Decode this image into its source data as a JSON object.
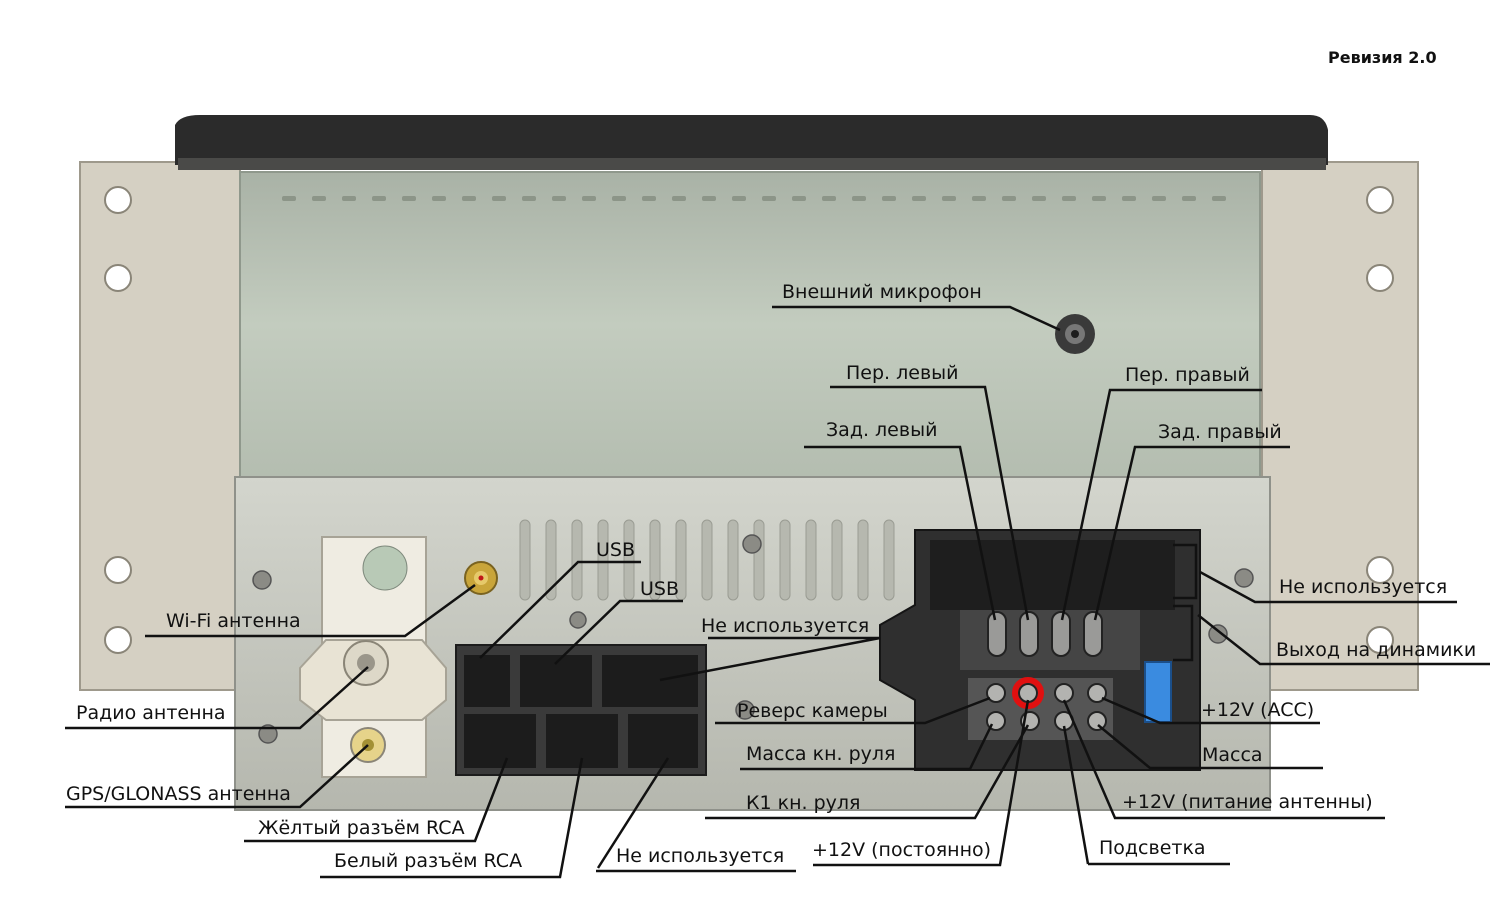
{
  "revision": "Ревизия 2.0",
  "labels": {
    "ext_mic": "Внешний микрофон",
    "front_left": "Пер. левый",
    "front_right": "Пер. правый",
    "rear_left": "Зад. левый",
    "rear_right": "Зад. правый",
    "usb1": "USB",
    "usb2": "USB",
    "wifi": "Wi-Fi антенна",
    "not_used_mid": "Не используется",
    "radio": "Радио антенна",
    "gps": "GPS/GLONASS антенна",
    "yellow_rca": "Жёлтый разъём RCA",
    "white_rca": "Белый разъём RCA",
    "not_used_bottom": "Не используется",
    "reverse_cam": "Реверс камеры",
    "wheel_ground": "Масса кн. руля",
    "k1_wheel": "К1 кн. руля",
    "plus12_const": "+12V (постоянно)",
    "backlight": "Подсветка",
    "plus12_antenna": "+12V (питание антенны)",
    "ground": "Масса",
    "plus12_acc": "+12V (ACC)",
    "speaker_out": "Выход на динамики",
    "not_used_right": "Не используется"
  },
  "colors": {
    "bracket": "#cfcabd",
    "body_top": "#b8c2b5",
    "body_panel": "#c6c8c0",
    "connector_dark": "#2a2a2a",
    "highlight_red": "#e01010"
  }
}
